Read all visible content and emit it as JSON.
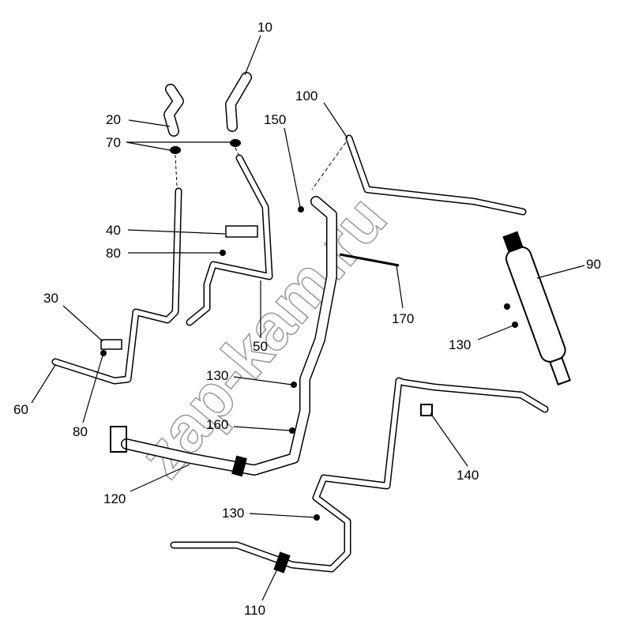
{
  "watermark": "zap-kam.ru",
  "callouts": [
    {
      "id": "label-10",
      "text": "10"
    },
    {
      "id": "label-20",
      "text": "20"
    },
    {
      "id": "label-70",
      "text": "70"
    },
    {
      "id": "label-150",
      "text": "150"
    },
    {
      "id": "label-100",
      "text": "100"
    },
    {
      "id": "label-40",
      "text": "40"
    },
    {
      "id": "label-80a",
      "text": "80"
    },
    {
      "id": "label-90",
      "text": "90"
    },
    {
      "id": "label-30",
      "text": "30"
    },
    {
      "id": "label-50",
      "text": "50"
    },
    {
      "id": "label-170",
      "text": "170"
    },
    {
      "id": "label-130a",
      "text": "130"
    },
    {
      "id": "label-60",
      "text": "60"
    },
    {
      "id": "label-80b",
      "text": "80"
    },
    {
      "id": "label-130b",
      "text": "130"
    },
    {
      "id": "label-160",
      "text": "160"
    },
    {
      "id": "label-140",
      "text": "140"
    },
    {
      "id": "label-120",
      "text": "120"
    },
    {
      "id": "label-130c",
      "text": "130"
    },
    {
      "id": "label-110",
      "text": "110"
    }
  ]
}
